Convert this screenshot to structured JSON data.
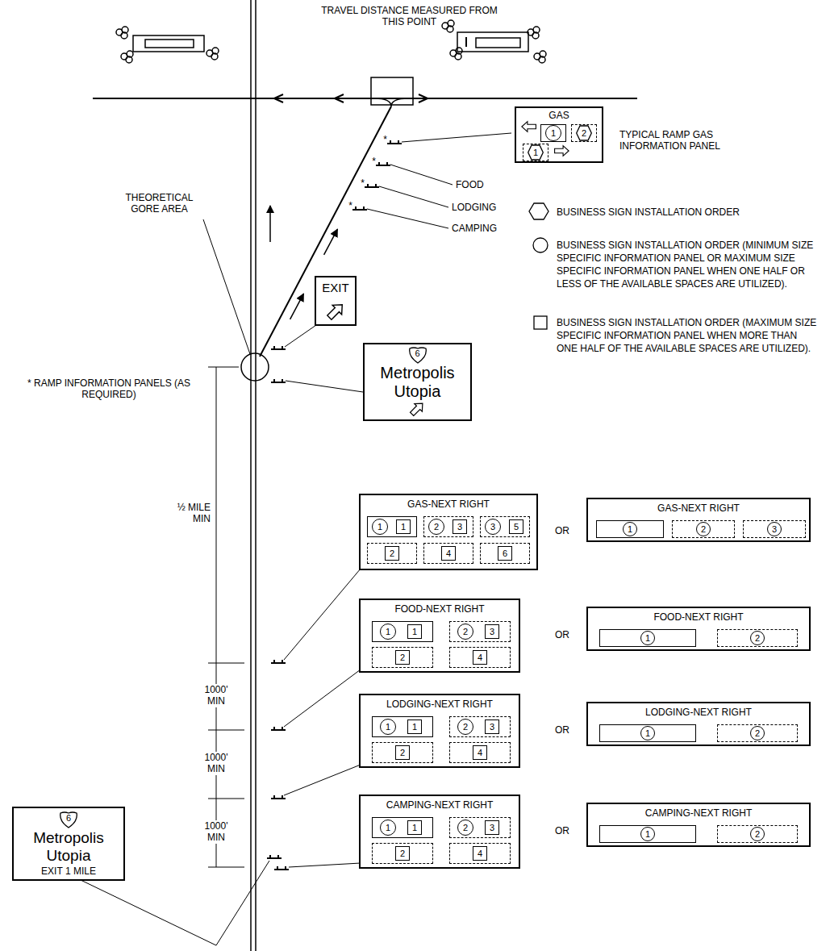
{
  "diagram": {
    "nodes": [
      {
        "text": [
          "GAS"
        ]
      },
      {
        "text": [
          "1"
        ],
        "in": 0
      },
      {
        "text": [
          "2"
        ],
        "in": 0
      },
      {
        "text": [
          "1"
        ],
        "in": 0
      },
      {
        "text": [
          "EXIT"
        ]
      },
      {
        "text": [
          "Metropolis Utopia"
        ]
      },
      {
        "text": [
          "6"
        ],
        "in": 5
      },
      {
        "text": [
          "GAS-NEXT RIGHT"
        ]
      },
      {
        "text": [
          "1"
        ],
        "in": 7
      },
      {
        "text": [
          "1"
        ],
        "in": 7
      },
      {
        "text": [
          "2"
        ],
        "in": 7
      },
      {
        "text": [
          "3"
        ],
        "in": 7
      },
      {
        "text": [
          "3"
        ],
        "in": 7
      },
      {
        "text": [
          "5"
        ],
        "in": 7
      },
      {
        "text": [
          "2"
        ],
        "in": 7
      },
      {
        "text": [
          "4"
        ],
        "in": 7
      },
      {
        "text": [
          "6"
        ],
        "in": 7
      },
      {
        "text": [
          "GAS-NEXT RIGHT"
        ]
      },
      {
        "text": [
          "1"
        ],
        "in": 17
      },
      {
        "text": [
          "2"
        ],
        "in": 17
      },
      {
        "text": [
          "3"
        ],
        "in": 17
      },
      {
        "text": [
          "FOOD-NEXT RIGHT"
        ]
      },
      {
        "text": [
          "1"
        ],
        "in": 21
      },
      {
        "text": [
          "1"
        ],
        "in": 21
      },
      {
        "text": [
          "2"
        ],
        "in": 21
      },
      {
        "text": [
          "3"
        ],
        "in": 21
      },
      {
        "text": [
          "2"
        ],
        "in": 21
      },
      {
        "text": [
          "4"
        ],
        "in": 21
      },
      {
        "text": [
          "FOOD-NEXT RIGHT"
        ]
      },
      {
        "text": [
          "1"
        ],
        "in": 28
      },
      {
        "text": [
          "2"
        ],
        "in": 28
      },
      {
        "text": [
          "LODGING-NEXT RIGHT"
        ]
      },
      {
        "text": [
          "1"
        ],
        "in": 31
      },
      {
        "text": [
          "1"
        ],
        "in": 31
      },
      {
        "text": [
          "2"
        ],
        "in": 31
      },
      {
        "text": [
          "3"
        ],
        "in": 31
      },
      {
        "text": [
          "2"
        ],
        "in": 31
      },
      {
        "text": [
          "4"
        ],
        "in": 31
      },
      {
        "text": [
          "LODGING-NEXT RIGHT"
        ]
      },
      {
        "text": [
          "1"
        ],
        "in": 38
      },
      {
        "text": [
          "2"
        ],
        "in": 38
      },
      {
        "text": [
          "CAMPING-NEXT RIGHT"
        ]
      },
      {
        "text": [
          "1"
        ],
        "in": 41
      },
      {
        "text": [
          "1"
        ],
        "in": 41
      },
      {
        "text": [
          "2"
        ],
        "in": 41
      },
      {
        "text": [
          "3"
        ],
        "in": 41
      },
      {
        "text": [
          "2"
        ],
        "in": 41
      },
      {
        "text": [
          "4"
        ],
        "in": 41
      },
      {
        "text": [
          "CAMPING-NEXT RIGHT"
        ]
      },
      {
        "text": [
          "1"
        ],
        "in": 48
      },
      {
        "text": [
          "2"
        ],
        "in": 48
      },
      {
        "text": [
          "Metropolis Utopia",
          "EXIT 1 MILE"
        ]
      },
      {
        "text": [
          "6"
        ],
        "in": 51
      }
    ],
    "labels": [
      "TRAVEL DISTANCE MEASURED FROM THIS POINT",
      "TYPICAL RAMP GAS INFORMATION PANEL",
      "*",
      "*",
      "*",
      "*",
      "FOOD",
      "LODGING",
      "CAMPING",
      "THEORETICAL GORE AREA",
      "* RAMP INFORMATION PANELS (AS REQUIRED)",
      "½ MILE MIN",
      "1000' MIN",
      "1000' MIN",
      "1000' MIN",
      "OR",
      "OR",
      "OR",
      "OR"
    ],
    "legend": [
      {
        "text": "BUSINESS SIGN INSTALLATION ORDER"
      },
      {
        "text": "BUSINESS SIGN INSTALLATION ORDER (MINIMUM SIZE SPECIFIC INFORMATION PANEL OR MAXIMUM SIZE SPECIFIC INFORMATION PANEL WHEN ONE HALF OR LESS OF THE AVAILABLE SPACES ARE UTILIZED)."
      },
      {
        "text": "BUSINESS SIGN INSTALLATION ORDER (MAXIMUM SIZE SPECIFIC INFORMATION PANEL WHEN MORE THAN ONE HALF OF THE AVAILABLE SPACES ARE UTILIZED)."
      }
    ]
  }
}
